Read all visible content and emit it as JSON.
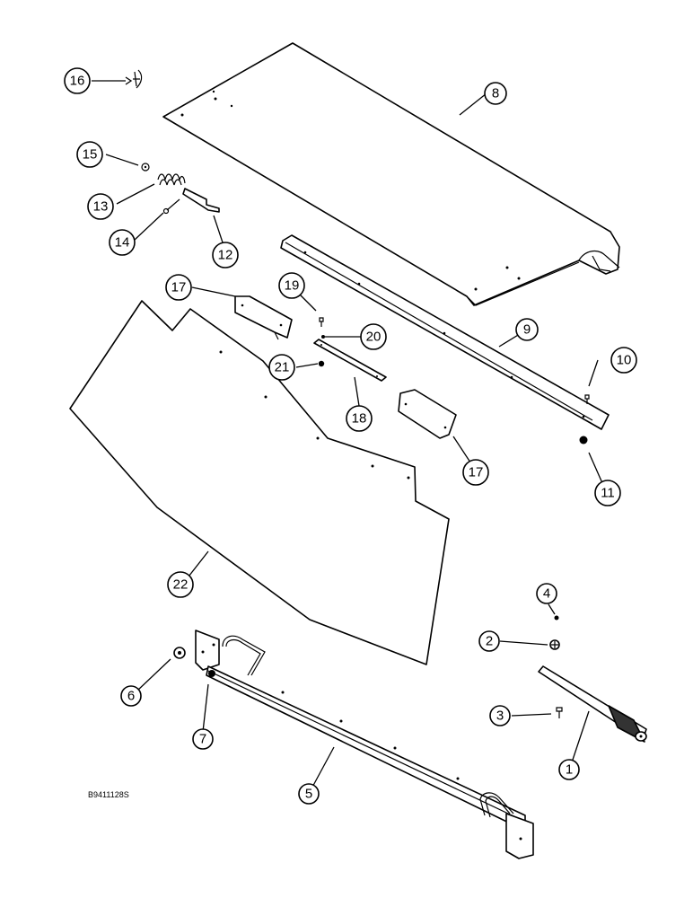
{
  "figure": {
    "reference_code": "B9411128S",
    "callouts": [
      "1",
      "2",
      "3",
      "4",
      "5",
      "6",
      "7",
      "8",
      "9",
      "10",
      "11",
      "12",
      "13",
      "14",
      "15",
      "16",
      "17",
      "17",
      "18",
      "19",
      "20",
      "21",
      "22"
    ]
  }
}
